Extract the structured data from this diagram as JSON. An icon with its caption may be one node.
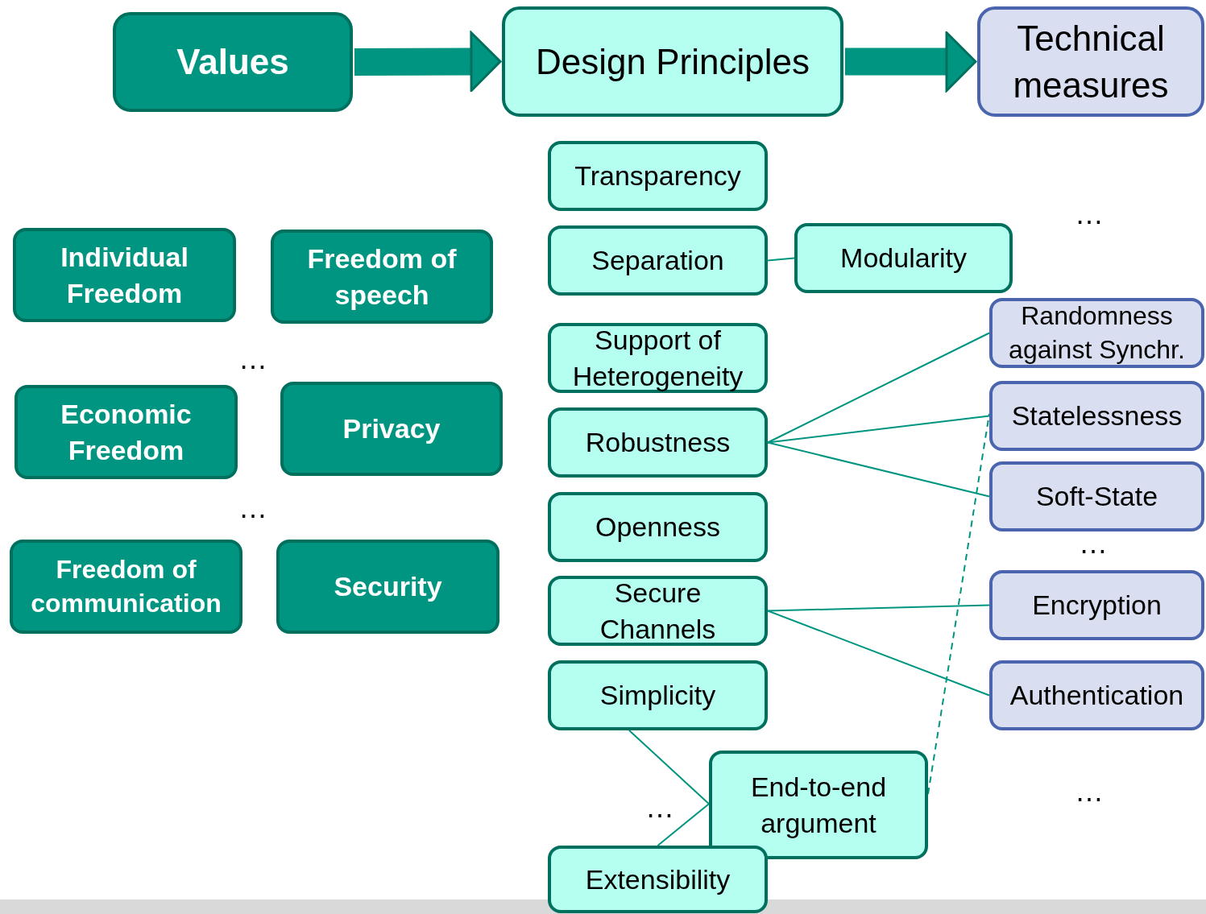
{
  "diagram": {
    "nodes": [
      {
        "text": [
          "Values"
        ]
      },
      {
        "text": [
          "Design Principles"
        ]
      },
      {
        "text": [
          "Technical measures"
        ]
      },
      {
        "text": [
          "Individual Freedom"
        ]
      },
      {
        "text": [
          "Freedom of speech"
        ]
      },
      {
        "text": [
          "Economic Freedom"
        ]
      },
      {
        "text": [
          "Privacy"
        ]
      },
      {
        "text": [
          "Freedom of communication"
        ]
      },
      {
        "text": [
          "Security"
        ]
      },
      {
        "text": [
          "Transparency"
        ]
      },
      {
        "text": [
          "Separation"
        ]
      },
      {
        "text": [
          "Modularity"
        ]
      },
      {
        "text": [
          "Support of Heterogeneity"
        ]
      },
      {
        "text": [
          "Robustness"
        ]
      },
      {
        "text": [
          "Openness"
        ]
      },
      {
        "text": [
          "Secure Channels"
        ]
      },
      {
        "text": [
          "Simplicity"
        ]
      },
      {
        "text": [
          "End-to-end argument"
        ]
      },
      {
        "text": [
          "Extensibility"
        ]
      },
      {
        "text": [
          "Randomness against Synchr."
        ]
      },
      {
        "text": [
          "Statelessness"
        ]
      },
      {
        "text": [
          "Soft-State"
        ]
      },
      {
        "text": [
          "Encryption"
        ]
      },
      {
        "text": [
          "Authentication"
        ]
      }
    ],
    "edges": [
      {
        "from": 0,
        "to": 1,
        "arrow": "to",
        "style": "thick"
      },
      {
        "from": 1,
        "to": 2,
        "arrow": "to",
        "style": "thick"
      },
      {
        "from": 10,
        "to": 11,
        "arrow": "none"
      },
      {
        "from": 13,
        "to": 19,
        "arrow": "none"
      },
      {
        "from": 13,
        "to": 20,
        "arrow": "none"
      },
      {
        "from": 13,
        "to": 21,
        "arrow": "none"
      },
      {
        "from": 15,
        "to": 22,
        "arrow": "none"
      },
      {
        "from": 15,
        "to": 23,
        "arrow": "none"
      },
      {
        "from": 16,
        "to": 17,
        "arrow": "none"
      },
      {
        "from": 18,
        "to": 17,
        "arrow": "none"
      },
      {
        "from": 17,
        "to": 20,
        "arrow": "none",
        "style": "dashed"
      }
    ],
    "labels": [
      "…",
      "…",
      "…",
      "…",
      "…",
      "…"
    ]
  }
}
